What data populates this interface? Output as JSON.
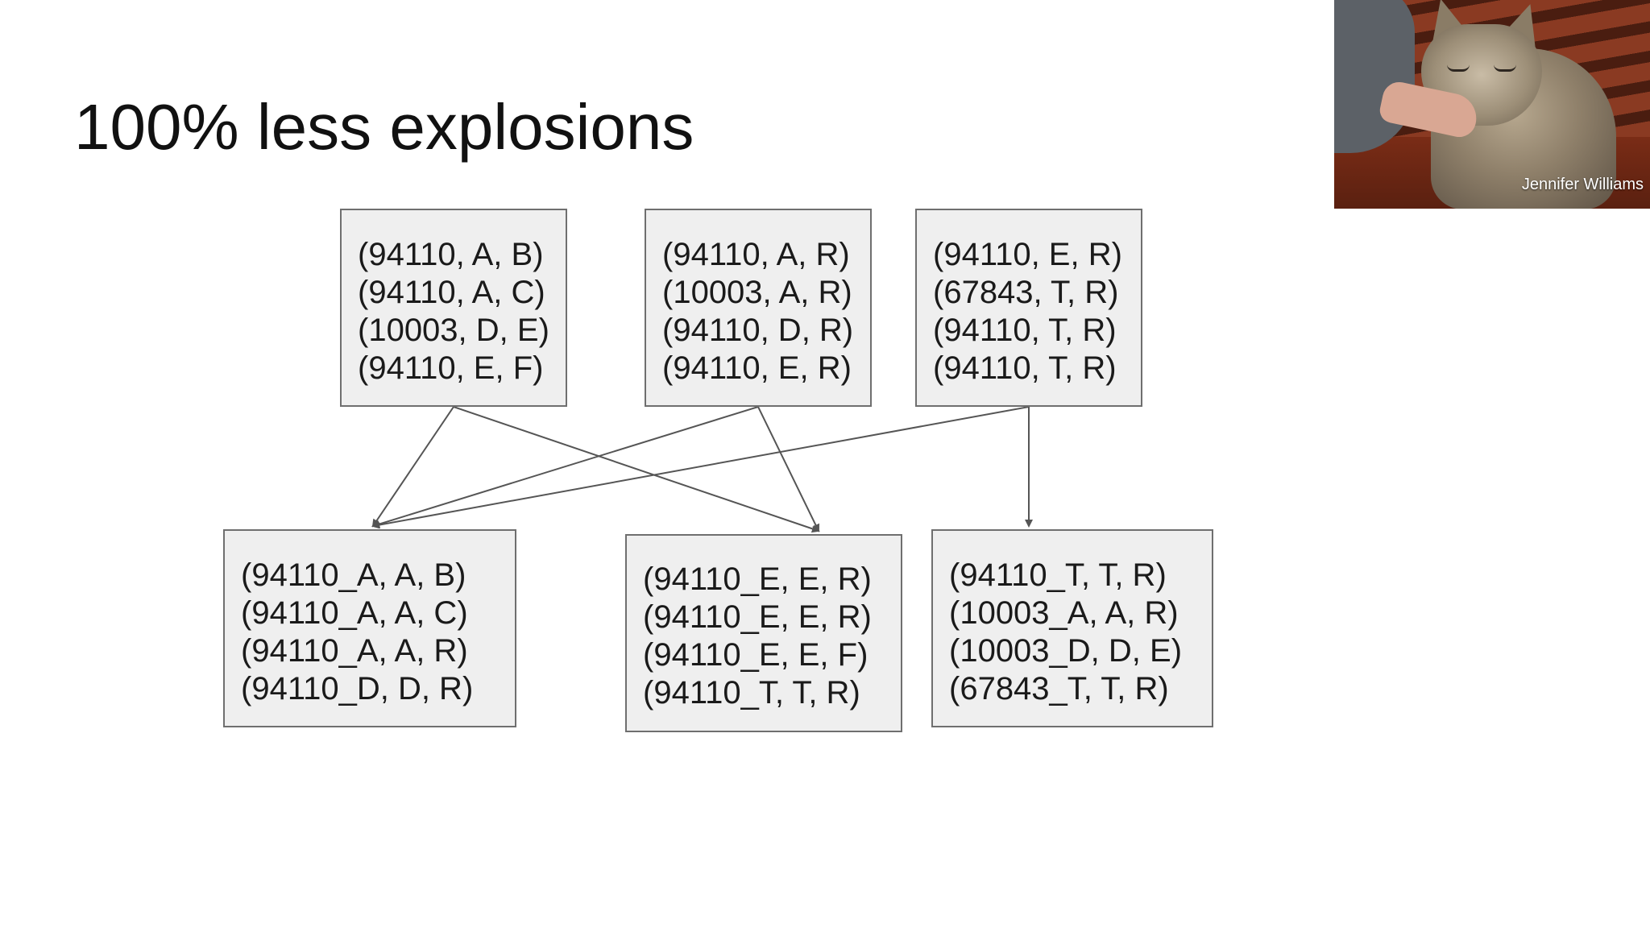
{
  "slide": {
    "title": "100% less explosions"
  },
  "diagram": {
    "top_boxes": [
      {
        "lines": [
          "(94110, A, B)",
          "(94110, A, C)",
          "(10003, D, E)",
          "(94110, E, F)"
        ]
      },
      {
        "lines": [
          "(94110, A, R)",
          "(10003, A, R)",
          "(94110, D, R)",
          "(94110, E, R)"
        ]
      },
      {
        "lines": [
          "(94110, E, R)",
          "(67843, T, R)",
          "(94110, T, R)",
          "(94110, T, R)"
        ]
      }
    ],
    "bottom_boxes": [
      {
        "lines": [
          "(94110_A, A, B)",
          "(94110_A, A, C)",
          "(94110_A, A, R)",
          "(94110_D, D, R)"
        ]
      },
      {
        "lines": [
          "(94110_E, E, R)",
          "(94110_E, E, R)",
          "(94110_E, E, F)",
          "(94110_T, T, R)"
        ]
      },
      {
        "lines": [
          "(94110_T, T, R)",
          "(10003_A, A, R)",
          "(10003_D, D, E)",
          "(67843_T, T, R)"
        ]
      }
    ],
    "edges": [
      {
        "from": "top-1",
        "to": "bottom-1"
      },
      {
        "from": "top-1",
        "to": "bottom-2"
      },
      {
        "from": "top-2",
        "to": "bottom-1"
      },
      {
        "from": "top-2",
        "to": "bottom-2"
      },
      {
        "from": "top-3",
        "to": "bottom-1"
      },
      {
        "from": "top-3",
        "to": "bottom-3"
      }
    ],
    "colors": {
      "box_fill": "#efefef",
      "box_border": "#6f6f6f",
      "edge": "#555555"
    }
  },
  "video_tile": {
    "participant_name": "Jennifer Williams"
  }
}
